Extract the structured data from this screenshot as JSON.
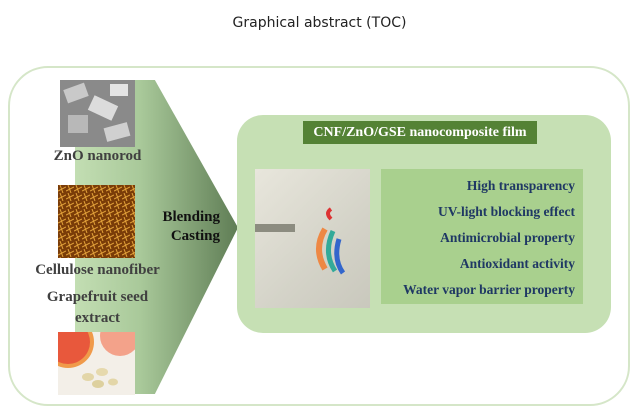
{
  "title": "Graphical abstract (TOC)",
  "inputs": [
    {
      "label": "ZnO nanorod"
    },
    {
      "label": "Cellulose nanofiber"
    },
    {
      "label": "Grapefruit seed",
      "label2": "extract"
    }
  ],
  "process": {
    "line1": "Blending",
    "line2": "Casting"
  },
  "film": {
    "title": "CNF/ZnO/GSE nanocomposite film",
    "properties": [
      "High transparency",
      "UV-light blocking effect",
      "Antimicrobial property",
      "Antioxidant activity",
      "Water vapor barrier property"
    ]
  },
  "colors": {
    "panel": "#c6e0b4",
    "title_bg": "#548235",
    "props_bg": "#a9d08e",
    "props_text": "#1f3864"
  }
}
